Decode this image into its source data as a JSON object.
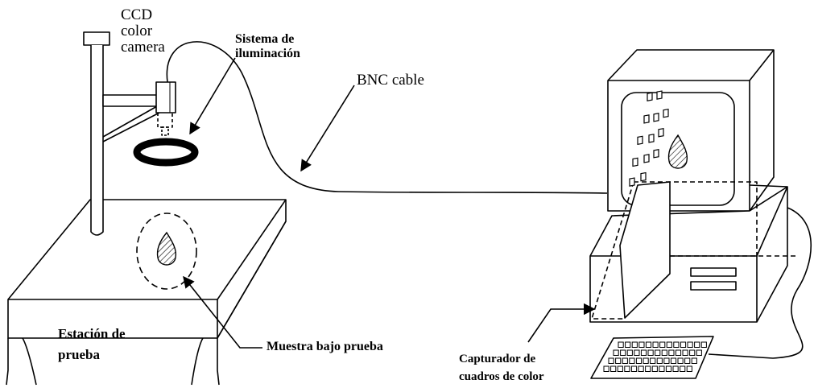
{
  "labels": {
    "camera_line1": "CCD",
    "camera_line2": "color",
    "camera_line3": "camera",
    "lighting_line1": "Sistema de",
    "lighting_line2": "iluminación",
    "cable": "BNC cable",
    "station_line1": "Estación de",
    "station_line2": "prueba",
    "sample": "Muestra bajo prueba",
    "grabber_line1": "Capturador de",
    "grabber_line2": "cuadros de color"
  },
  "colors": {
    "line": "#000000",
    "background": "#ffffff"
  },
  "icons": {
    "sample_drop": "hatched-drop-icon",
    "screen_drop": "hatched-drop-icon"
  }
}
